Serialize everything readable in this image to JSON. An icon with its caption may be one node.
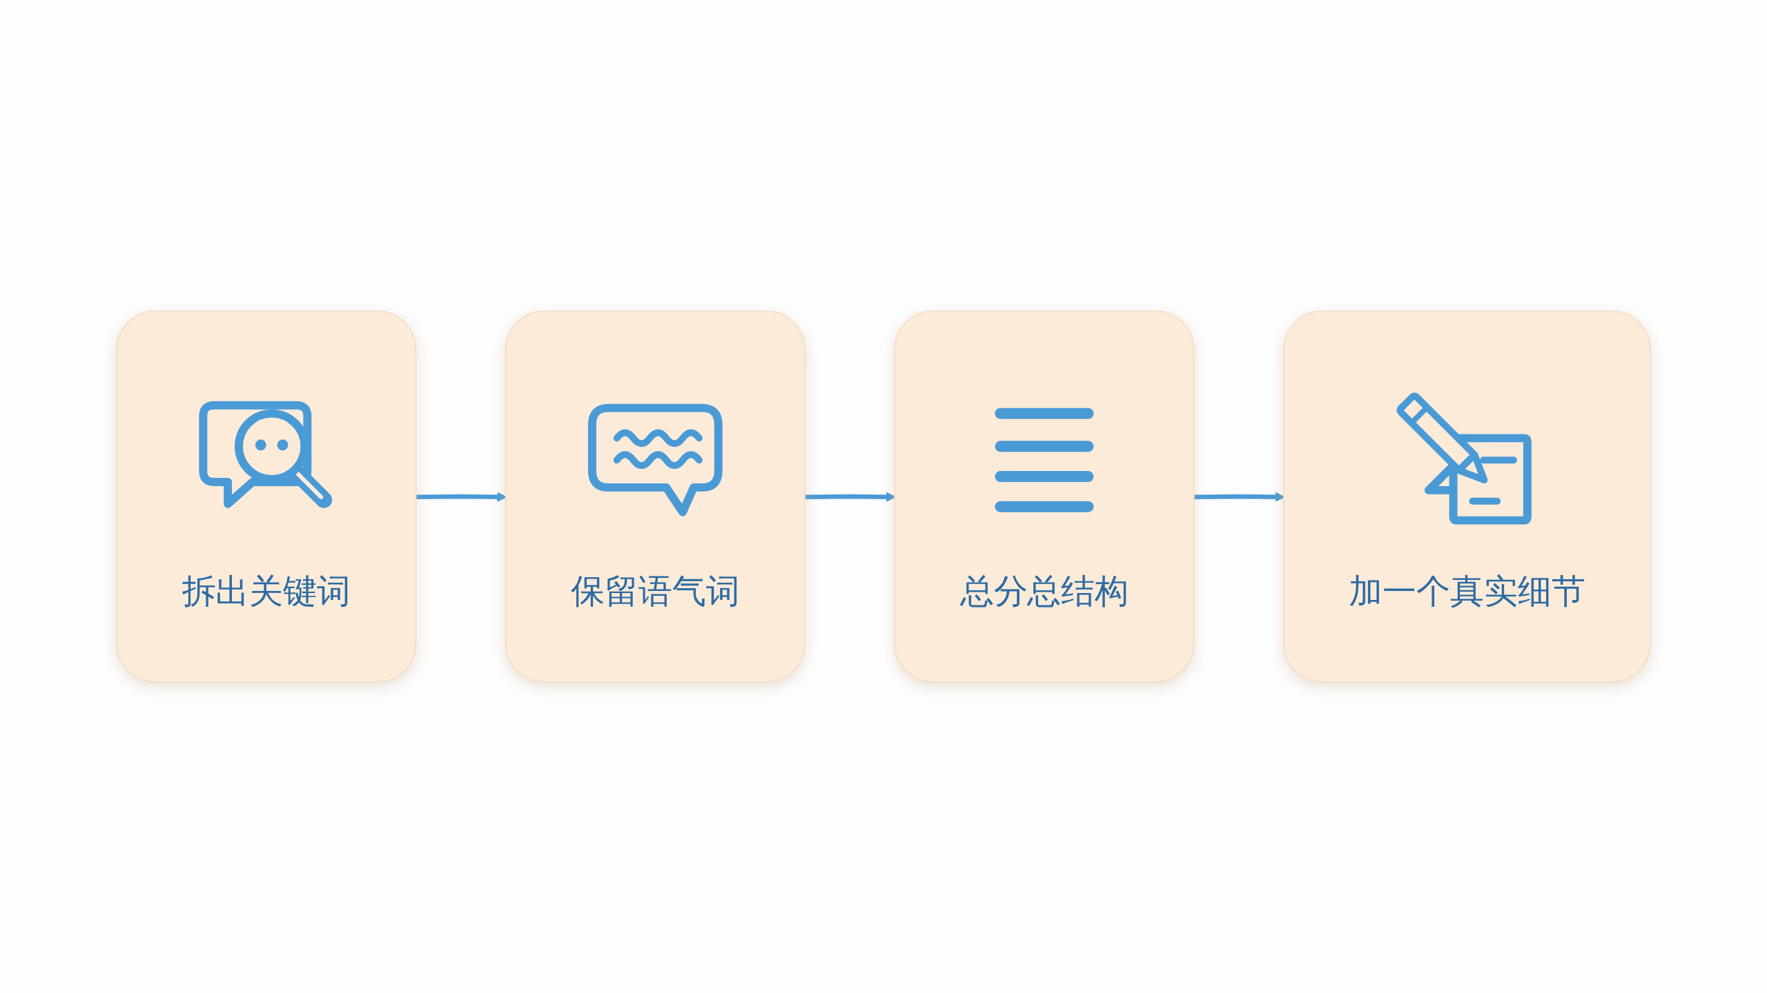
{
  "diagram": {
    "nodes": [
      {
        "text": [
          "拆出关键词"
        ]
      },
      {
        "text": [
          "保留语气词"
        ]
      },
      {
        "text": [
          "总分总结构"
        ]
      },
      {
        "text": [
          "加一个真实细节"
        ]
      }
    ],
    "edges": [
      {
        "from": 0,
        "to": 1,
        "arrow": "to"
      },
      {
        "from": 1,
        "to": 2,
        "arrow": "to"
      },
      {
        "from": 2,
        "to": 3,
        "arrow": "to"
      }
    ]
  }
}
